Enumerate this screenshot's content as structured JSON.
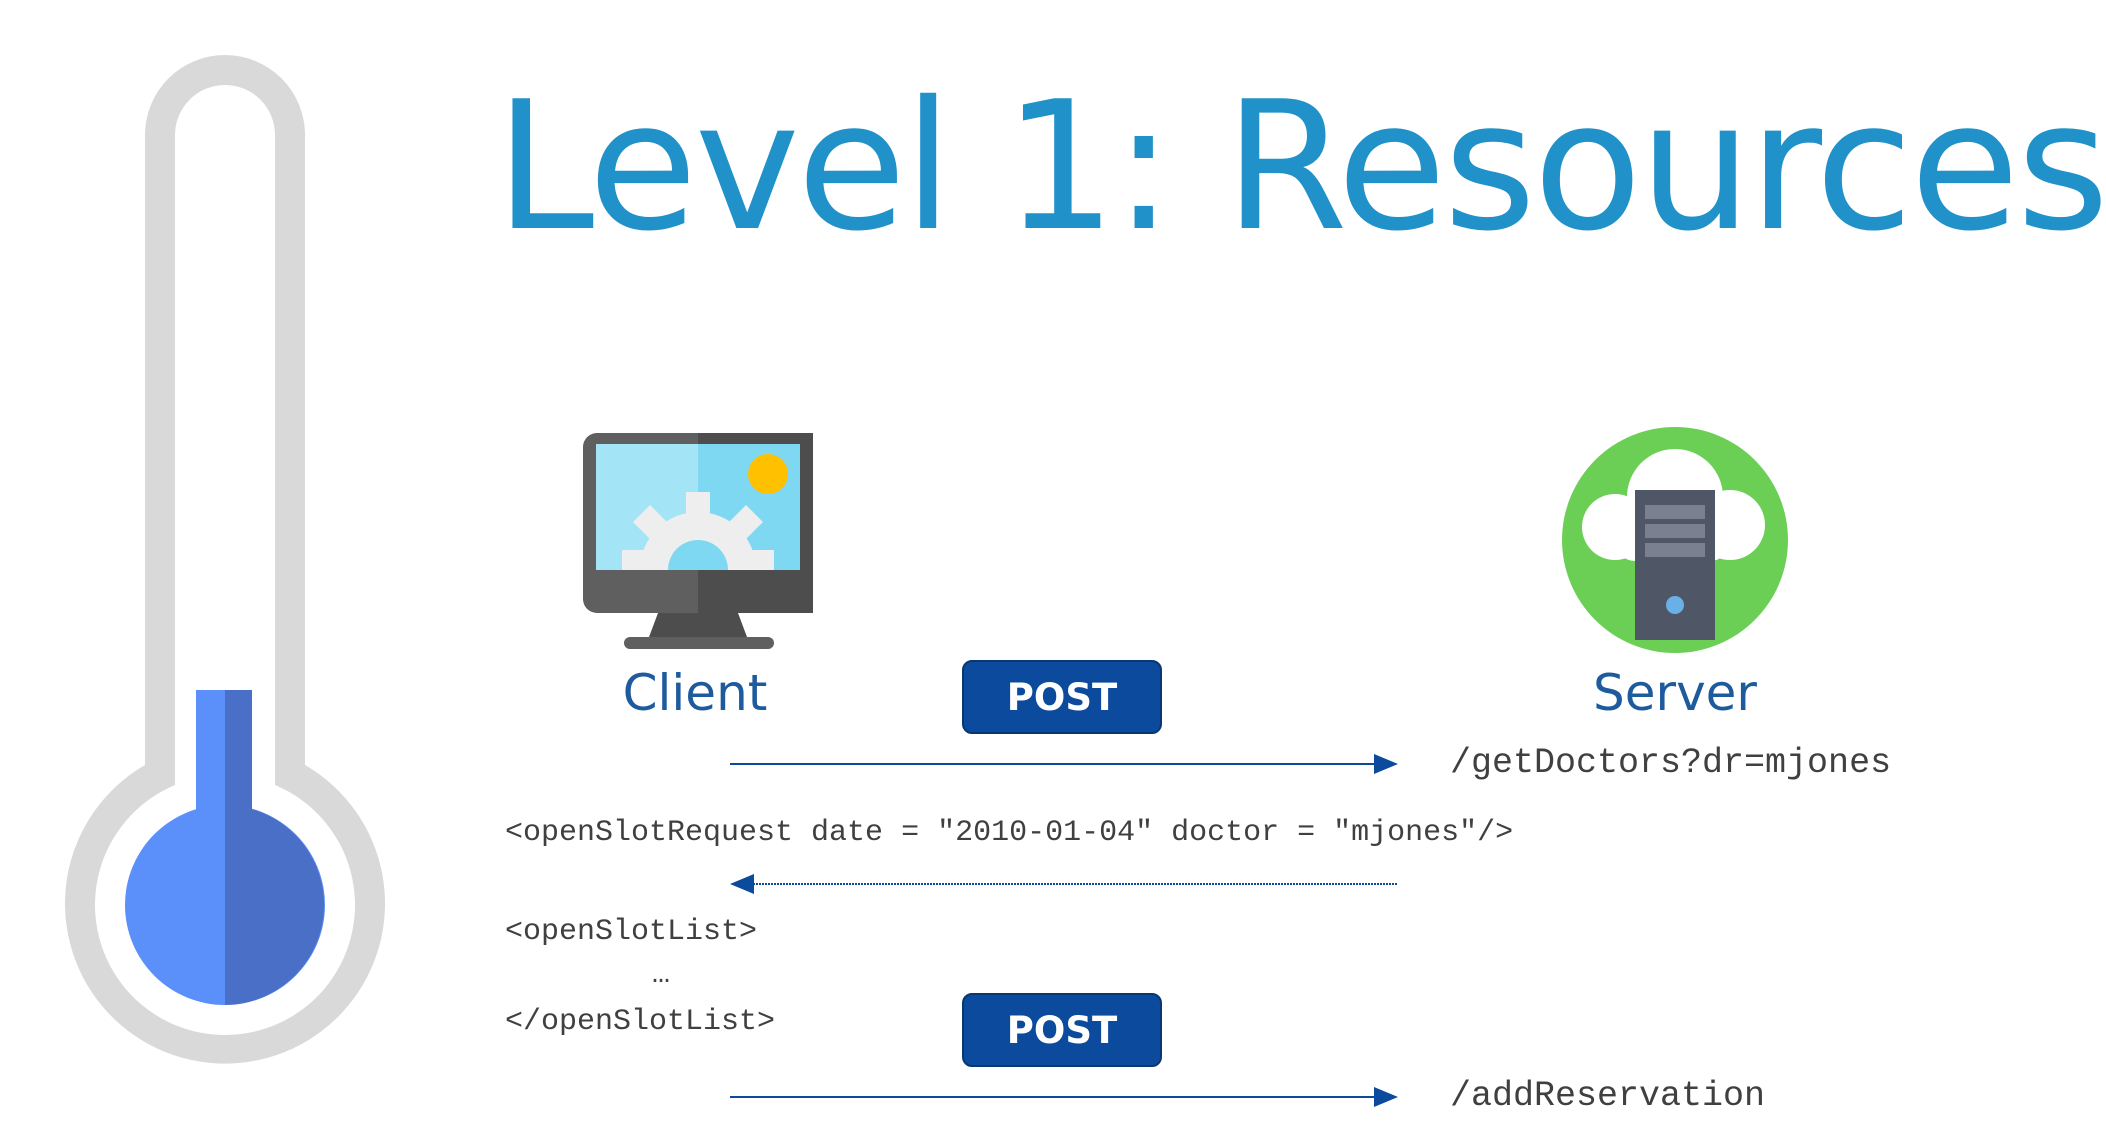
{
  "slide": {
    "title": "Level 1: Resources"
  },
  "client": {
    "label": "Client",
    "icon": "desktop-monitor-icon"
  },
  "server": {
    "label": "Server",
    "icon": "cloud-server-icon"
  },
  "requests": [
    {
      "method": "POST",
      "endpoint": "/getDoctors?dr=mjones",
      "direction": "client-to-server"
    },
    {
      "method": "POST",
      "endpoint": "/addReservation",
      "direction": "client-to-server"
    }
  ],
  "request_body": "<openSlotRequest date = \"2010-01-04\" doctor = \"mjones\"/>",
  "response": {
    "open_tag": "<openSlotList>",
    "ellipsis": "…",
    "close_tag": "</openSlotList>",
    "direction": "server-to-client"
  },
  "colors": {
    "title": "#2191c9",
    "label": "#1d5b9d",
    "button": "#0b4a9c",
    "arrow": "#0b4a9c",
    "thermometer_outline": "#d9d9d9",
    "thermometer_fill_light": "#5b8ff9",
    "thermometer_fill_dark": "#4a6fc7",
    "server_circle": "#6ccf55"
  }
}
